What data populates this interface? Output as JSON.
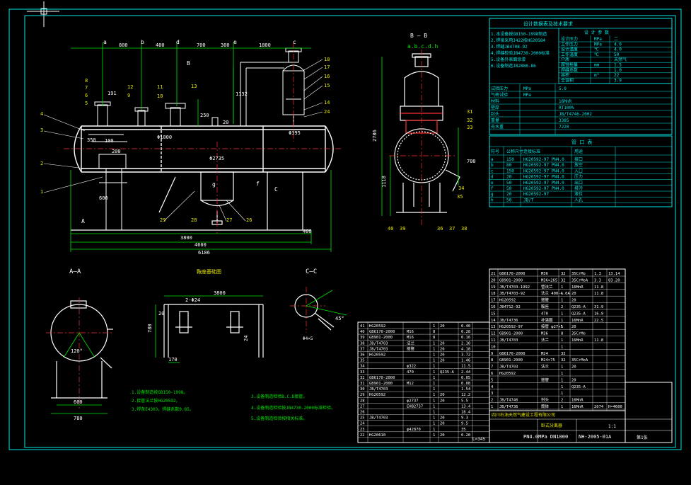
{
  "colors": {
    "background": "#000000",
    "frame": "#00e6e6",
    "geometry": "#ffffff",
    "dims": "#00e600",
    "labels": "#e6e600",
    "centerline": "#ff3030",
    "table": "#00e6e6"
  },
  "views": {
    "bb": "B — B",
    "bb_sub": "a.b.c.d.h",
    "aa": "A—A",
    "cc": "C—C",
    "saddle": "鞍座基础图"
  },
  "main_dims": {
    "d800": "800",
    "d400a": "400",
    "d700": "700",
    "d300": "300",
    "d1800": "1800",
    "d3800": "3800",
    "d4600": "4600",
    "d6186": "6186",
    "d400b": "400",
    "d600": "600",
    "d250": "250",
    "d1132": "1132",
    "d395": "Φ395",
    "d2735": "Φ2735",
    "d1000": "Φ1000",
    "d191": "191",
    "d200": "200",
    "d350": "350",
    "d20": "20",
    "d100": "100"
  },
  "main_letters": {
    "a": "a",
    "b": "b",
    "d": "d",
    "e": "e",
    "c": "c",
    "f": "f",
    "g": "g",
    "B": "B",
    "C": "C",
    "A": "A"
  },
  "bb_dims": {
    "h2786": "2786",
    "h1118": "1118",
    "h700": "700",
    "l40": "40",
    "l39": "39",
    "l36": "36",
    "l37": "37",
    "l38": "38",
    "l35": "35",
    "l34": "34",
    "l33": "33",
    "l32": "32",
    "l31": "31"
  },
  "aa_dims": {
    "ang": "120°",
    "w600": "600",
    "w780": "780"
  },
  "saddle_dims": {
    "w3800": "3800",
    "w2824": "2-Φ24",
    "h780": "780",
    "h20": "20",
    "w170": "170",
    "h24": "24"
  },
  "cc_dims": {
    "ang45": "45°",
    "sub": "Φ4×5"
  },
  "notes": [
    "1.设备制造按GB150-1998。",
    "2.接管法兰按HG20592。",
    "3.焊条E4303，焊缝系数0.85。"
  ],
  "notes2": [
    "3.设备制造检验B.C.D接管。",
    "4.设备制造检验按JB4730-2000标准检验。",
    "5.设备制造检验按相关标准。"
  ],
  "design_table": {
    "title": "设计数据表及技术要求",
    "left_lines": [
      "1.本设备按GB150-1998制造",
      "2.焊接采用J422按HG20584",
      "3.焊缝JB4708-92",
      "4.焊缝检验JB4730-2000标准",
      "5.设备外表面涂漆",
      "6.设备制造JB2880-86"
    ],
    "right_hdr": "设 计 参 数",
    "params": [
      [
        "设计压力",
        "MPa",
        "二"
      ],
      [
        "工作压力",
        "MPa",
        "4.0"
      ],
      [
        "设计温度",
        "℃",
        "4.0"
      ],
      [
        "工作温度",
        "℃",
        "50"
      ],
      [
        "介质",
        "",
        "天然气"
      ],
      [
        "腐蚀裕量",
        "mm",
        "1.5"
      ],
      [
        "焊缝系数",
        "",
        "1.0"
      ],
      [
        "容积",
        "m³",
        "22"
      ],
      [
        "全容积",
        "",
        "3.9"
      ]
    ],
    "mid_rows": [
      [
        "试验压力",
        "MPa",
        "5.0"
      ],
      [
        "气密试验",
        "MPa",
        ""
      ],
      [
        "材料",
        "",
        "16MnR"
      ],
      [
        "壁厚",
        "",
        "RT100%"
      ],
      [
        "封头",
        "",
        "JB/T4746-2002"
      ],
      [
        "重量",
        "",
        "3385"
      ],
      [
        "充水重",
        "",
        "7220"
      ]
    ]
  },
  "nozzle_table": {
    "title": "管 口 表",
    "header": [
      "符号",
      "公称尺寸",
      "连接标准",
      "用途"
    ],
    "rows": [
      [
        "a",
        "150",
        "HG20592-97 PN4.0",
        "接口"
      ],
      [
        "b",
        "80",
        "HG20592-97 PN4.0",
        "放空"
      ],
      [
        "c",
        "150",
        "HG20592-97 PN4.0",
        "入口"
      ],
      [
        "d",
        "20",
        "HG20592-97 PN4.0",
        "压力"
      ],
      [
        "e",
        "50",
        "HG20592-97 PN4.0",
        "出口"
      ],
      [
        "f",
        "50",
        "HG20592-97 PN4.0",
        "排污"
      ],
      [
        "g",
        "20",
        "HG20592-97",
        "液位"
      ],
      [
        "h",
        "50",
        "JB/T",
        "人孔"
      ]
    ]
  },
  "bom_right": {
    "rows": [
      [
        "21",
        "GB6170-2000",
        "M36",
        "32",
        "35CrMo",
        "1.3",
        "13.14"
      ],
      [
        "20",
        "GB901-2000",
        "M36×265",
        "32",
        "35CrMoA",
        "3.3",
        "83.20"
      ],
      [
        "19",
        "JB/T4703-1992",
        "管法兰",
        "1",
        "16MnR",
        "11.8",
        ""
      ],
      [
        "18",
        "JB/T4703-92",
        "法兰 400-4.0A",
        "1",
        "20",
        "11.8",
        ""
      ],
      [
        "17",
        "HG20592",
        "接管",
        "1",
        "20",
        "",
        ""
      ],
      [
        "16",
        "JB4712-92",
        "鞍座",
        "2",
        "Q235-A",
        "31.9",
        ""
      ],
      [
        "15",
        "",
        "470",
        "1",
        "Q235-A",
        "16.9",
        ""
      ],
      [
        "14",
        "JB/T4736",
        "补强圈",
        "1",
        "16MnR",
        "22.5",
        ""
      ],
      [
        "13",
        "HG20592-97",
        "接管 φ27×5",
        "1",
        "20",
        "",
        ""
      ],
      [
        "12",
        "GB901-2000",
        "M36",
        "8",
        "35CrMo",
        "",
        ""
      ],
      [
        "11",
        "JB/T4703",
        "法兰",
        "1",
        "16MnR",
        "11.8",
        ""
      ],
      [
        "10",
        "",
        "",
        "1",
        "",
        "",
        ""
      ],
      [
        "9",
        "GB6170-2000",
        "M24",
        "32",
        "",
        "",
        ""
      ],
      [
        "8",
        "GB901-2000",
        "M24×75",
        "32",
        "35CrMoA",
        "",
        ""
      ],
      [
        "7",
        "JB/T4703",
        "法兰",
        "1",
        "20",
        "",
        ""
      ],
      [
        "6",
        "HG20592",
        "",
        "1",
        "",
        "",
        ""
      ],
      [
        "5",
        "",
        "接管",
        "1",
        "20",
        "",
        ""
      ],
      [
        "4",
        "",
        "",
        "1",
        "Q235-A",
        "",
        ""
      ],
      [
        "3",
        "",
        "",
        "1",
        "",
        "",
        ""
      ],
      [
        "2",
        "JB/T4746",
        "封头",
        "2",
        "16MnR",
        "",
        ""
      ],
      [
        "1",
        "JB/T4736",
        "筒体",
        "1",
        "16MnR",
        "2074",
        "H=4600"
      ]
    ]
  },
  "bom_left": {
    "rows": [
      [
        "41",
        "HG20592",
        "",
        "1",
        "20",
        "0.40"
      ],
      [
        "40",
        "GB6170-2000",
        "M16",
        "8",
        "",
        "0.28"
      ],
      [
        "39",
        "GB901-2000",
        "M16",
        "8",
        "",
        "0.16"
      ],
      [
        "38",
        "JB/T4703",
        "法兰",
        "1",
        "20",
        "2.10"
      ],
      [
        "37",
        "JB/T4703",
        "接管",
        "1",
        "20",
        "4.18"
      ],
      [
        "36",
        "HG20592",
        "",
        "1",
        "20",
        "3.72"
      ],
      [
        "35",
        "",
        "",
        "1",
        "20",
        "1.46"
      ],
      [
        "34",
        "",
        "φ322",
        "1",
        "",
        "11.5"
      ],
      [
        "33",
        "",
        "470",
        "1",
        "Q235-A",
        "2.44"
      ],
      [
        "32",
        "GB6170-2000",
        "",
        "1",
        "",
        "0.05"
      ],
      [
        "31",
        "GB901-2000",
        "M12",
        "1",
        "",
        "0.08"
      ],
      [
        "30",
        "JB/T4703",
        "",
        "1",
        "",
        "1.54"
      ],
      [
        "29",
        "HG20592",
        "",
        "1",
        "20",
        "12.2"
      ],
      [
        "28",
        "",
        "φ2737",
        "1",
        "20",
        "5.5"
      ],
      [
        "27",
        "",
        "EHB2737",
        "1",
        "",
        "13.4"
      ],
      [
        "26",
        "",
        "",
        "1",
        "",
        "18.4"
      ],
      [
        "25",
        "JB/T4703",
        "",
        "1",
        "20",
        "9.3"
      ],
      [
        "24",
        "",
        "",
        "1",
        "20",
        "9.5"
      ],
      [
        "23",
        "",
        "φ42870",
        "1",
        "",
        "35"
      ],
      [
        "22",
        "HG20610",
        "",
        "1",
        "20",
        "0.20"
      ]
    ]
  },
  "title_block": {
    "company": "四川石油天然气建设工程有限公司",
    "name": "卧式分离器",
    "spec": "PN4.0MPa  DN1000",
    "drawing_no": "NH-2005-01A",
    "scale": "1:1",
    "sheet": "第1张",
    "l345": "L=345"
  }
}
